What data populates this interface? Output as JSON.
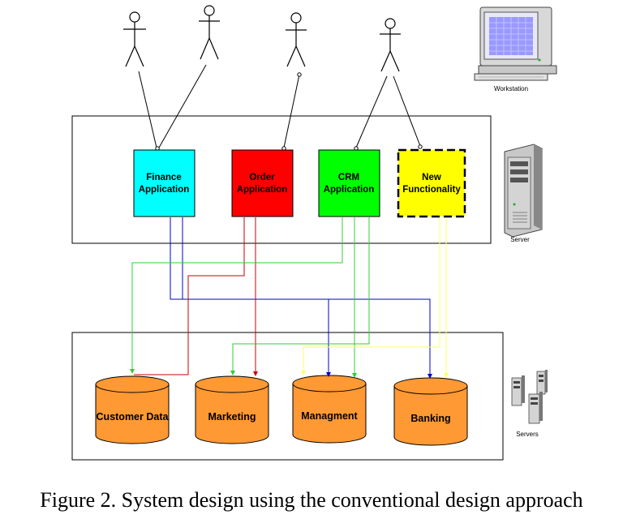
{
  "applications": [
    {
      "label1": "Finance",
      "label2": "Application",
      "color": "#00ffff",
      "dashed": false
    },
    {
      "label1": "Order",
      "label2": "Application",
      "color": "#ff0000",
      "dashed": false
    },
    {
      "label1": "CRM",
      "label2": "Application",
      "color": "#00ff00",
      "dashed": false
    },
    {
      "label1": "New",
      "label2": "Functionality",
      "color": "#ffff00",
      "dashed": true
    }
  ],
  "databases": [
    {
      "label": "Customer Data",
      "color": "#ff9933"
    },
    {
      "label": "Marketing",
      "color": "#ff9933"
    },
    {
      "label": "Managment",
      "color": "#ff9933"
    },
    {
      "label": "Banking",
      "color": "#ff9933"
    }
  ],
  "devices": {
    "workstation": "Workstation",
    "server": "Server",
    "servers": "Servers"
  },
  "line_colors": {
    "finance": "#0000cc",
    "order": "#cc0000",
    "crm": "#33cc33",
    "new": "#ffff66"
  },
  "caption": "Figure 2. System design using the conventional design approach"
}
